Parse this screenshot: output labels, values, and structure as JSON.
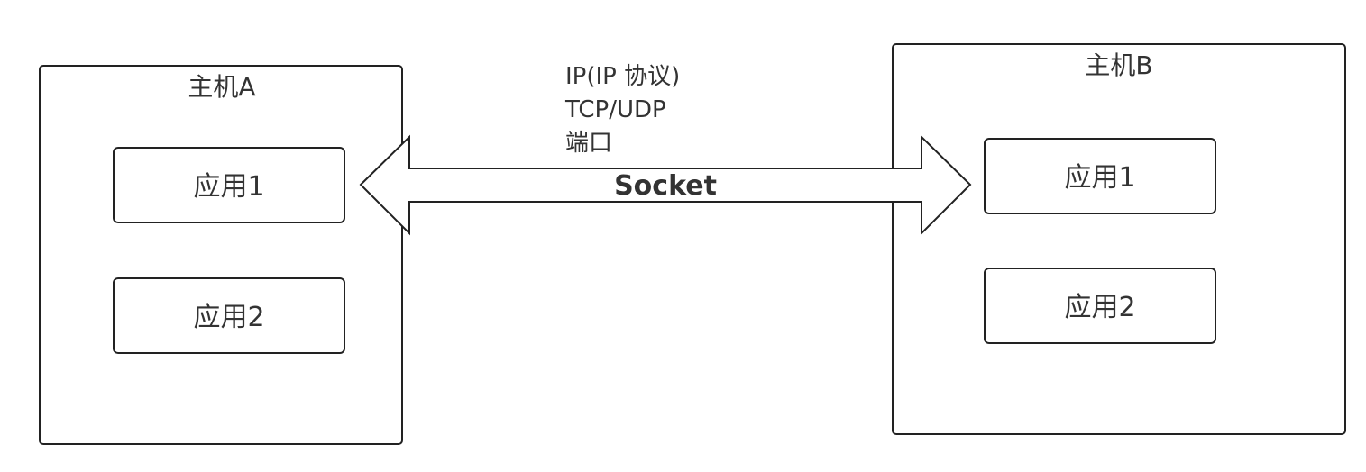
{
  "host_a": {
    "title": "主机A",
    "apps": [
      "应用1",
      "应用2"
    ]
  },
  "host_b": {
    "title": "主机B",
    "apps": [
      "应用1",
      "应用2"
    ]
  },
  "connection": {
    "label": "Socket",
    "protocol_lines": [
      "IP(IP 协议)",
      "TCP/UDP",
      "端口"
    ]
  }
}
